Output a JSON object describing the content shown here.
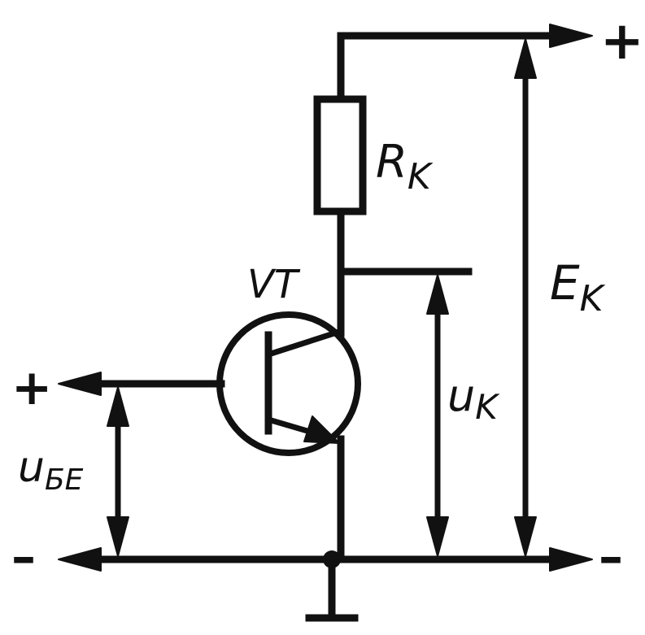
{
  "labels": {
    "resistor": "R",
    "resistor_sub": "K",
    "transistor": "VT",
    "supply": "E",
    "supply_sub": "K",
    "collector_voltage": "u",
    "collector_voltage_sub": "K",
    "base_emitter_voltage": "u",
    "base_emitter_voltage_sub": "БЕ",
    "plus_top": "+",
    "plus_left": "+",
    "minus_left": "–",
    "minus_right": "–"
  }
}
